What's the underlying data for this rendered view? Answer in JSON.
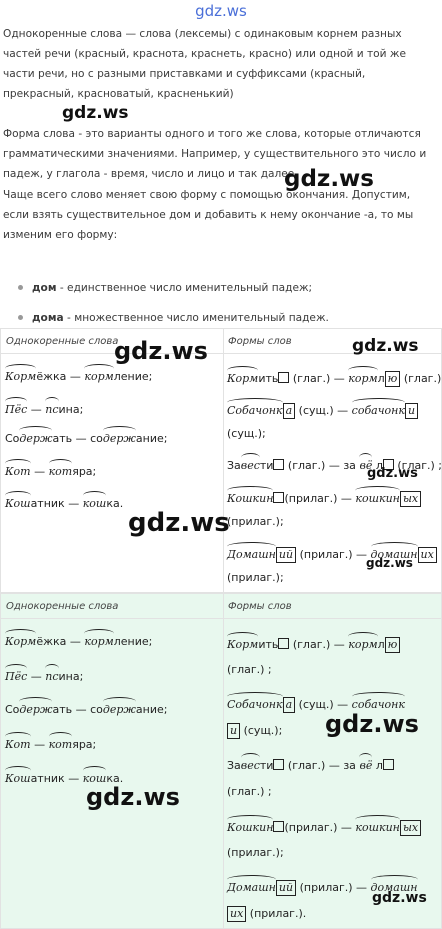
{
  "watermarks": {
    "top": "gdz.ws",
    "mark": "gdz.ws"
  },
  "intro": {
    "p1": "Однокоренные слова — слова (лексемы) с одинаковым корнем разных частей речи (красный, краснота, краснеть, красно) или одной и той же части речи, но с разными приставками и суффиксами (красный, прекрасный, красноватый, красненький)",
    "p2": "Форма слова - это варианты одного и того же слова, которые отличаются грамматическими значениями. Например, у существительного это число и падеж, у глагола - время, число и лицо и так далее.",
    "p3": "Чаще всего слово меняет свою форму с помощью окончания. Допустим, если взять существительное дом и добавить к нему окончание -а, то мы изменим его форму:"
  },
  "bullets": [
    {
      "bold": "дом",
      "text": " - единственное число именительный падеж;"
    },
    {
      "bold": "дома",
      "text": " - множественное число именительный падеж."
    }
  ],
  "table1": {
    "h1": "Однокоренные слова",
    "h2": "Формы слов",
    "left": [
      {
        "a": "Корм",
        "b": "ёжка — ",
        "c": "корм",
        "d": "ление;"
      },
      {
        "a": "Пёс",
        "b": " — ",
        "c": "пс",
        "d": "ина;"
      },
      {
        "pre": "Со",
        "a": "держ",
        "b": "ать — со",
        "c": "держ",
        "d": "ание;"
      },
      {
        "a": "Кот",
        "b": " — ",
        "c": "кот",
        "d": "яра;"
      },
      {
        "a": "Кош",
        "b": "атник — ",
        "c": "кош",
        "d": "ка."
      }
    ],
    "right": [
      {
        "w1": "Корм",
        "s1": "ить",
        "t1": " (глаг.) — ",
        "w2": "корм",
        "s2": "л",
        "end": "ю",
        "t2": " (глаг.) ;"
      },
      {
        "w1": "Собачонк",
        "end1": "а",
        "t1": " (сущ.) — ",
        "w2": "собачонк",
        "end": "и",
        "t2": ""
      },
      {
        "t1": "(сущ.);"
      },
      {
        "pre": "За",
        "w1": "вес",
        "s1": "ти",
        "t1": " (глаг.) — за ",
        "w2": "вё",
        "s2": " л",
        "t2": " (глаг.) ;"
      },
      {
        "w1": "Кошкин",
        "t1": "(прилаг.) — ",
        "w2": "кошкин",
        "end": "ых"
      },
      {
        "t1": "(прилаг.);"
      },
      {
        "w1": "Домашн",
        "end1": "ий",
        "t1": " (прилаг.) — ",
        "w2": "домашн",
        "end": "их"
      },
      {
        "t1": "(прилаг.);"
      }
    ]
  },
  "table2": {
    "h1": "Однокоренные слова",
    "h2": "Формы слов",
    "left": [
      {
        "a": "Корм",
        "b": "ёжка — ",
        "c": "корм",
        "d": "ление;"
      },
      {
        "a": "Пёс",
        "b": " — ",
        "c": "пс",
        "d": "ина;"
      },
      {
        "pre": "Со",
        "a": "держ",
        "b": "ать — со",
        "c": "держ",
        "d": "ание;"
      },
      {
        "a": "Кот",
        "b": " — ",
        "c": "кот",
        "d": "яра;"
      },
      {
        "a": "Кош",
        "b": "атник — ",
        "c": "кош",
        "d": "ка."
      }
    ],
    "right": [
      {
        "w1": "Корм",
        "s1": "ить",
        "t1": " (глаг.) — ",
        "w2": "корм",
        "s2": "л",
        "end": "ю"
      },
      {
        "t1": "(глаг.) ;"
      },
      {
        "w1": "Собачонк",
        "end1": "а",
        "t1": " (сущ.) — ",
        "w2": "собачонк"
      },
      {
        "end": "и",
        "t1": " (сущ.);"
      },
      {
        "pre": "За",
        "w1": "вес",
        "s1": "ти",
        "t1": " (глаг.) — за ",
        "w2": "вё",
        "s2": " л"
      },
      {
        "t1": "(глаг.) ;"
      },
      {
        "w1": "Кошкин",
        "t1": "(прилаг.) — ",
        "w2": "кошкин",
        "end": "ых"
      },
      {
        "t1": "(прилаг.);"
      },
      {
        "w1": "Домашн",
        "end1": "ий",
        "t1": " (прилаг.) — ",
        "w2": "домашн"
      },
      {
        "end": "их",
        "t1": " (прилаг.)."
      }
    ]
  }
}
